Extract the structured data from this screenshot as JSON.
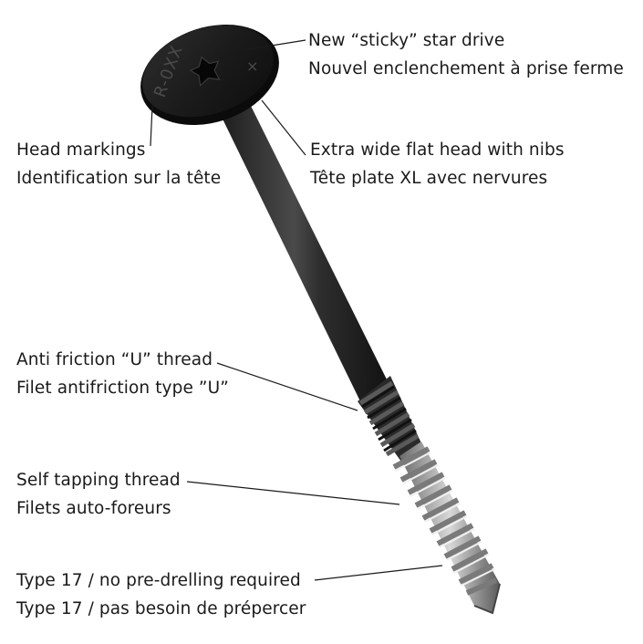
{
  "head_marking_text": "R-0XX",
  "head_marking_x": "×",
  "callouts": {
    "star_drive": {
      "en": "New “sticky” star drive",
      "fr": "Nouvel enclenchement à prise ferme"
    },
    "head_markings": {
      "en": "Head markings",
      "fr": "Identification sur la tête"
    },
    "flat_head": {
      "en": "Extra wide flat head with nibs",
      "fr": "Tête plate XL avec nervures"
    },
    "u_thread": {
      "en": "Anti friction “U” thread",
      "fr": "Filet antifriction type ”U”"
    },
    "self_tapping": {
      "en": "Self tapping thread",
      "fr": "Filets auto-foreurs"
    },
    "type17": {
      "en": "Type 17 / no pre-drelling required",
      "fr": "Type 17 / pas besoin de prépercer"
    }
  }
}
